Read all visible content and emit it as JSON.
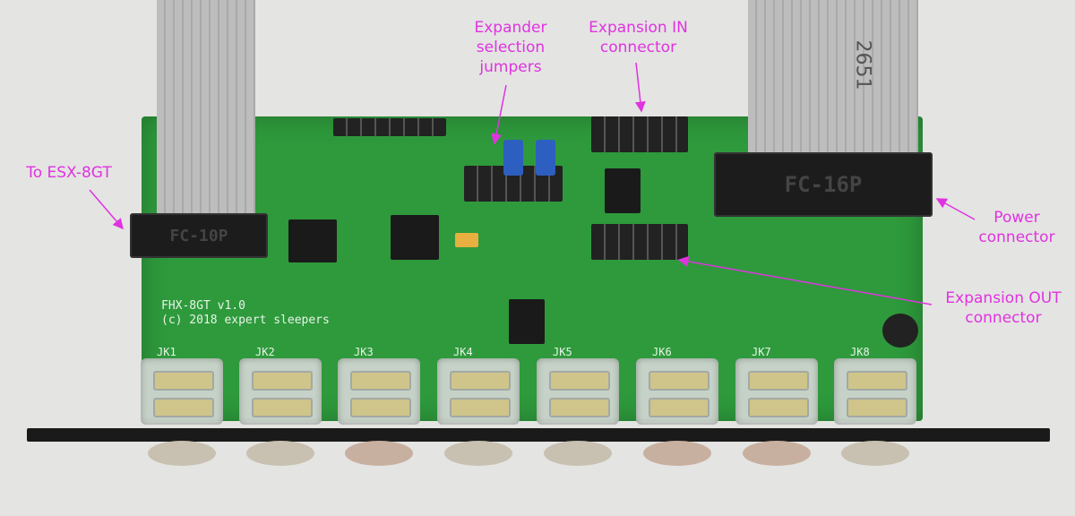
{
  "annotations": {
    "to_esx": "To ESX-8GT",
    "expander_jumpers": [
      "Expander",
      "selection",
      "jumpers"
    ],
    "expansion_in": [
      "Expansion IN",
      "connector"
    ],
    "power": [
      "Power",
      "connector"
    ],
    "expansion_out": [
      "Expansion OUT",
      "connector"
    ]
  },
  "board": {
    "name": "FHX-8GT v1.0",
    "copyright": "(c) 2018 expert sleepers",
    "connector_10": "FC-10P",
    "connector_16": "FC-16P",
    "ribbon_print": "2651",
    "jacks": [
      "JK1",
      "JK2",
      "JK3",
      "JK4",
      "JK5",
      "JK6",
      "JK7",
      "JK8"
    ]
  },
  "colors": {
    "annotation": "#e033e0",
    "pcb": "#2e9a3c"
  }
}
